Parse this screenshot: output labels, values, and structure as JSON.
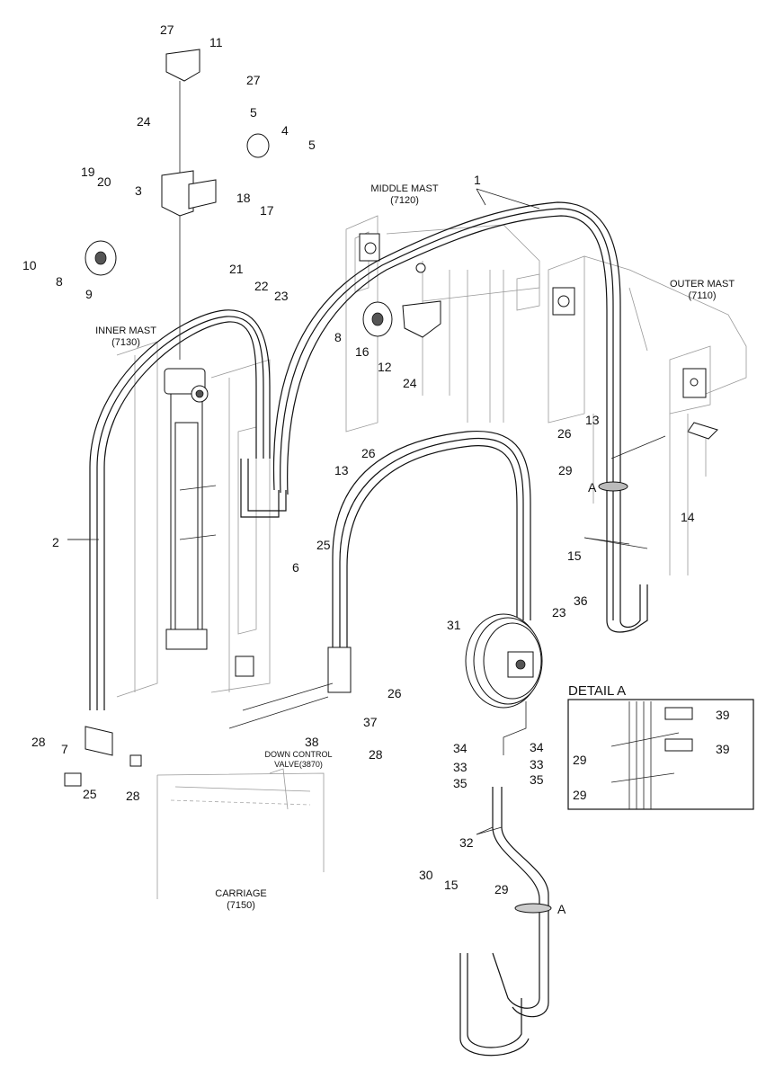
{
  "sections": {
    "middle_mast": {
      "line1": "MIDDLE MAST",
      "line2": "(7120)"
    },
    "outer_mast": {
      "line1": "OUTER MAST",
      "line2": "(7110)"
    },
    "inner_mast": {
      "line1": "INNER MAST",
      "line2": "(7130)"
    },
    "carriage": {
      "line1": "CARRIAGE",
      "line2": "(7150)"
    },
    "down_control_valve": {
      "line1": "DOWN CONTROL",
      "line2": "VALVE(3870)"
    }
  },
  "detail_title": "DETAIL A",
  "section_marker": "A",
  "callouts": {
    "c1": "1",
    "c2": "2",
    "c3": "3",
    "c4": "4",
    "c5": "5",
    "c6": "6",
    "c7": "7",
    "c8": "8",
    "c9": "9",
    "c10": "10",
    "c11": "11",
    "c12": "12",
    "c13": "13",
    "c14": "14",
    "c15": "15",
    "c16": "16",
    "c17": "17",
    "c18": "18",
    "c19": "19",
    "c20": "20",
    "c21": "21",
    "c22": "22",
    "c23": "23",
    "c24": "24",
    "c25": "25",
    "c26": "26",
    "c27": "27",
    "c28": "28",
    "c29": "29",
    "c30": "30",
    "c31": "31",
    "c32": "32",
    "c33": "33",
    "c34": "34",
    "c35": "35",
    "c36": "36",
    "c37": "37",
    "c38": "38",
    "c39": "39"
  }
}
